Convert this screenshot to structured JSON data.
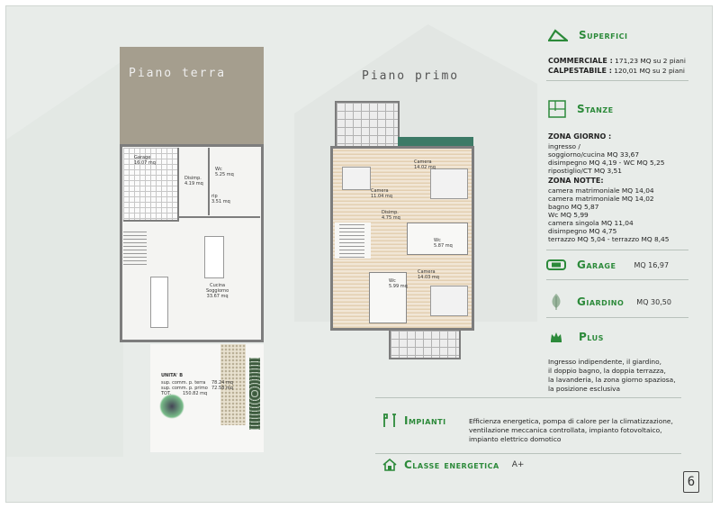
{
  "piano_terra": {
    "title": "Piano terra",
    "rooms": {
      "garage": "Garage\n16.07 mq",
      "disimp": "Disimp.\n4.19 mq",
      "wc": "Wc\n5.25 mq",
      "rip": "rip\n3.51 mq",
      "cucina": "Cucina\nSoggiorno\n33.67 mq"
    },
    "unita": {
      "label": "UNITA' B",
      "rows": [
        {
          "k": "sup. comm. p. terra",
          "v": "78.24 mq"
        },
        {
          "k": "sup. comm. p. primo",
          "v": "72.58 mq"
        },
        {
          "k": "TOT.",
          "v": "150.82 mq"
        }
      ]
    }
  },
  "piano_primo": {
    "title": "Piano primo",
    "rooms": {
      "camera1": "Camera\n14.02 mq",
      "camera2": "Camera\n11.04 mq",
      "disimp": "Disimp.\n4.75 mq",
      "wc1": "Wc\n5.87 mq",
      "camera3": "Camera\n14.03 mq",
      "wc2": "Wc\n5.99 mq"
    }
  },
  "superfici": {
    "title": "Superfici",
    "lines": [
      {
        "label": "COMMERCIALE :",
        "value": "171,23 MQ su 2 piani"
      },
      {
        "label": "CALPESTABILE :",
        "value": "120,01 MQ su 2 piani"
      }
    ]
  },
  "stanze": {
    "title": "Stanze",
    "zona_giorno": "ZONA GIORNO :",
    "giorno_items": [
      "ingresso /",
      "soggiorno/cucina  MQ 33,67",
      "disimpegno  MQ  4,19 - WC MQ 5,25",
      "ripostiglio/CT  MQ  3,51"
    ],
    "zona_notte": "ZONA NOTTE:",
    "notte_items": [
      "camera matrimoniale  MQ 14,04",
      "camera matrimoniale  MQ 14,02",
      "bagno  MQ 5,87",
      "Wc MQ 5,99",
      "camera singola MQ 11,04",
      "disimpegno  MQ 4,75",
      "terrazzo  MQ 5,04 - terrazzo  MQ 8,45"
    ]
  },
  "garage": {
    "title": "Garage",
    "value": "MQ 16,97"
  },
  "giardino": {
    "title": "Giardino",
    "value": "MQ 30,50"
  },
  "plus": {
    "title": "Plus",
    "lines": [
      "Ingresso indipendente, il giardino,",
      "il doppio bagno, la doppia terrazza,",
      "la lavanderia, la zona giorno spaziosa,",
      "la posizione esclusiva"
    ]
  },
  "impianti": {
    "title": "Impianti",
    "lines": [
      "Efficienza energetica, pompa di calore per la climatizzazione,",
      "ventilazione meccanica controllata, impianto fotovoltaico,",
      "impianto elettrico domotico"
    ]
  },
  "classe": {
    "title": "Classe energetica",
    "value": "A+"
  },
  "page_number": "6",
  "colors": {
    "accent": "#2c8a3a",
    "background": "#e8ece9"
  }
}
